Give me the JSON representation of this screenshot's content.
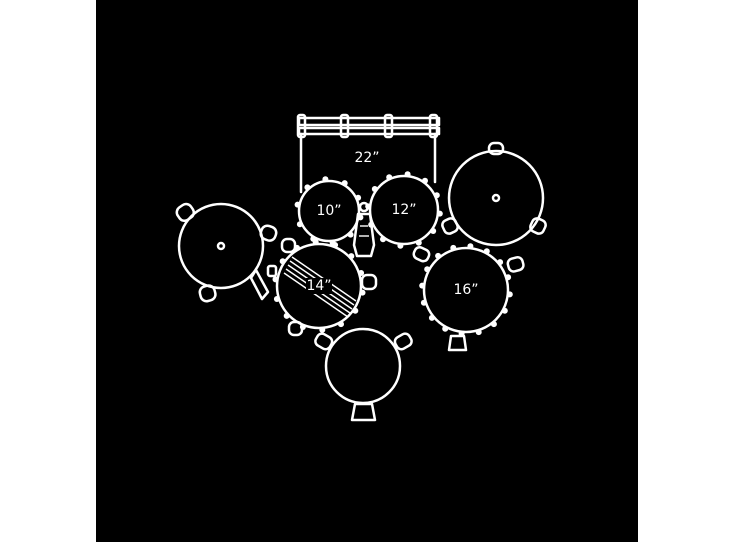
{
  "diagram": {
    "background_color": "#000000",
    "line_color": "#ffffff",
    "drums": [
      {
        "id": "bass-drum",
        "size_label": "22”"
      },
      {
        "id": "rack-tom-10",
        "size_label": "10”"
      },
      {
        "id": "rack-tom-12",
        "size_label": "12”"
      },
      {
        "id": "snare-drum",
        "size_label": "14”"
      },
      {
        "id": "floor-tom-16",
        "size_label": "16”"
      }
    ],
    "cymbals": [
      {
        "id": "hi-hat-cymbal"
      },
      {
        "id": "crash-cymbal"
      },
      {
        "id": "throne-seat"
      }
    ]
  }
}
